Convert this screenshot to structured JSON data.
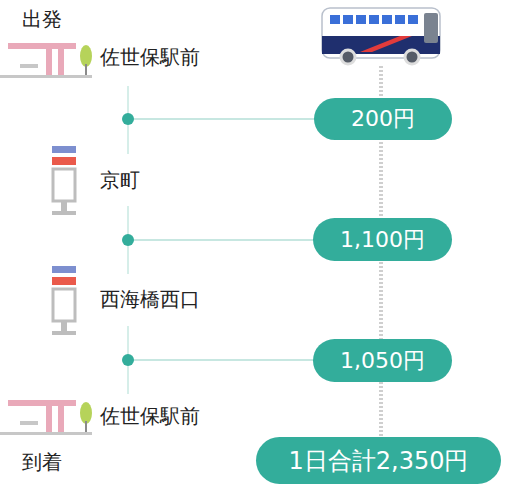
{
  "diagram": {
    "nodes": [
      {
        "text": [
          "200円"
        ]
      },
      {
        "text": [
          "1,100円"
        ]
      },
      {
        "text": [
          "1,050円"
        ]
      },
      {
        "text": [
          "1日合計2,350円"
        ]
      }
    ],
    "labels": [
      "出発",
      "佐世保駅前",
      "京町",
      "西海橋西口",
      "佐世保駅前",
      "到着"
    ]
  }
}
